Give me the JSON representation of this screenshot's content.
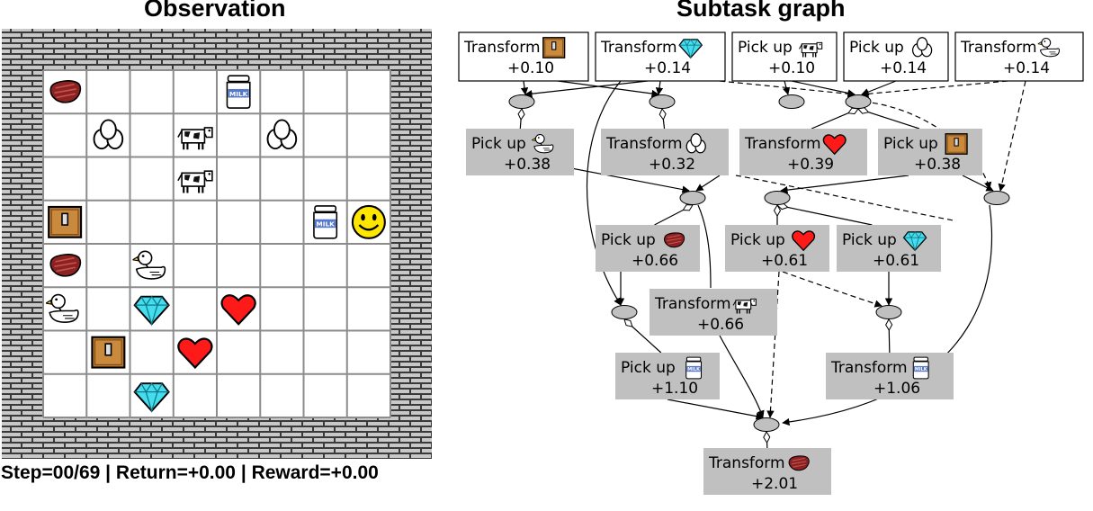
{
  "observation": {
    "title": "Observation",
    "status": {
      "step_label": "Step=00/69",
      "return_label": "Return=+0.00",
      "reward_label": "Reward=+0.00",
      "separator": "|"
    },
    "grid": {
      "rows": 8,
      "cols": 8,
      "cells": [
        {
          "row": 0,
          "col": 0,
          "item": "meat"
        },
        {
          "row": 0,
          "col": 4,
          "item": "milk"
        },
        {
          "row": 1,
          "col": 1,
          "item": "eggs"
        },
        {
          "row": 1,
          "col": 3,
          "item": "cow"
        },
        {
          "row": 1,
          "col": 5,
          "item": "eggs"
        },
        {
          "row": 2,
          "col": 3,
          "item": "cow"
        },
        {
          "row": 3,
          "col": 0,
          "item": "chest"
        },
        {
          "row": 3,
          "col": 6,
          "item": "milk"
        },
        {
          "row": 3,
          "col": 7,
          "item": "agent"
        },
        {
          "row": 4,
          "col": 0,
          "item": "meat"
        },
        {
          "row": 4,
          "col": 2,
          "item": "duck"
        },
        {
          "row": 5,
          "col": 0,
          "item": "duck"
        },
        {
          "row": 5,
          "col": 2,
          "item": "diamond"
        },
        {
          "row": 5,
          "col": 4,
          "item": "heart"
        },
        {
          "row": 6,
          "col": 1,
          "item": "chest"
        },
        {
          "row": 6,
          "col": 3,
          "item": "heart"
        },
        {
          "row": 7,
          "col": 2,
          "item": "diamond"
        }
      ]
    }
  },
  "subtask_graph": {
    "title": "Subtask graph",
    "nodes": [
      {
        "id": "t_chest",
        "action": "Transform",
        "icon": "chest",
        "reward": "+0.10",
        "style": "white"
      },
      {
        "id": "t_diamond",
        "action": "Transform",
        "icon": "diamond",
        "reward": "+0.14",
        "style": "white"
      },
      {
        "id": "p_cow",
        "action": "Pick up",
        "icon": "cow",
        "reward": "+0.10",
        "style": "white"
      },
      {
        "id": "p_eggs",
        "action": "Pick up",
        "icon": "eggs",
        "reward": "+0.14",
        "style": "white"
      },
      {
        "id": "t_duck",
        "action": "Transform",
        "icon": "duck",
        "reward": "+0.14",
        "style": "white"
      },
      {
        "id": "p_duck",
        "action": "Pick up",
        "icon": "duck",
        "reward": "+0.38",
        "style": "gray"
      },
      {
        "id": "t_eggs",
        "action": "Transform",
        "icon": "eggs",
        "reward": "+0.32",
        "style": "gray"
      },
      {
        "id": "t_heart",
        "action": "Transform",
        "icon": "heart",
        "reward": "+0.39",
        "style": "gray"
      },
      {
        "id": "p_chest",
        "action": "Pick up",
        "icon": "chest",
        "reward": "+0.38",
        "style": "gray"
      },
      {
        "id": "p_meat",
        "action": "Pick up",
        "icon": "meat",
        "reward": "+0.66",
        "style": "gray"
      },
      {
        "id": "p_heart",
        "action": "Pick up",
        "icon": "heart",
        "reward": "+0.61",
        "style": "gray"
      },
      {
        "id": "p_diamond",
        "action": "Pick up",
        "icon": "diamond",
        "reward": "+0.61",
        "style": "gray"
      },
      {
        "id": "t_cow",
        "action": "Transform",
        "icon": "cow",
        "reward": "+0.66",
        "style": "gray"
      },
      {
        "id": "p_milk",
        "action": "Pick up",
        "icon": "milk",
        "reward": "+1.10",
        "style": "gray"
      },
      {
        "id": "t_milk",
        "action": "Transform",
        "icon": "milk",
        "reward": "+1.06",
        "style": "gray"
      },
      {
        "id": "t_meat",
        "action": "Transform",
        "icon": "meat",
        "reward": "+2.01",
        "style": "gray"
      }
    ]
  },
  "colors": {
    "wall": "#7a7a7a",
    "grid_line": "#8c8c8c",
    "node_gray": "#c0c0c0",
    "node_white": "#ffffff",
    "heart": "#ff1a1a",
    "diamond": "#44ddee",
    "meat": "#8b2222",
    "chest": "#b8762e",
    "agent": "#ffe600"
  }
}
